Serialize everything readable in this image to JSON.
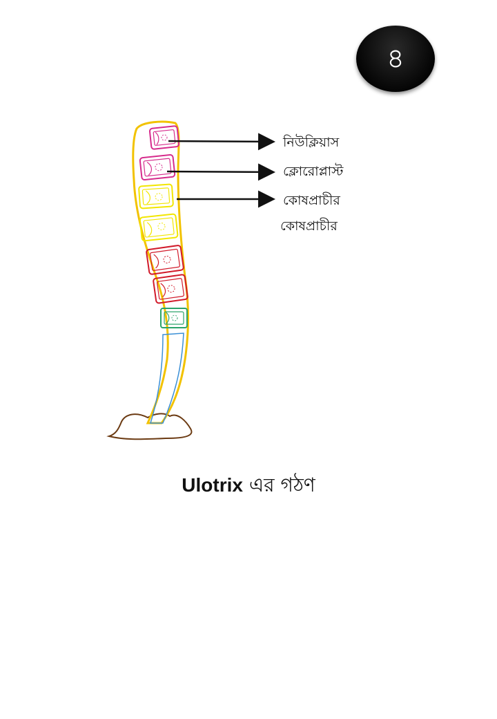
{
  "page_number": "৪",
  "labels": {
    "nucleus": "নিউক্লিয়াস",
    "chloroplast": "ক্লোরোপ্লাস্ট",
    "cell_wall": "কোষপ্রাচীর",
    "cell_wall_extra": "কোষপ্রাচীর"
  },
  "caption": {
    "latin": "Ulotrix",
    "bengali": " এর গঠণ"
  },
  "colors": {
    "filament_outline": "#f2c200",
    "magenta_cells": "#d62b8c",
    "yellow_cells": "#f2e600",
    "red_cells": "#d11a2a",
    "green_cell": "#2aa36a",
    "holdfast_cell": "#3a8fd6",
    "substrate": "#6b3a12",
    "arrows": "#111111",
    "badge": "#000000"
  }
}
